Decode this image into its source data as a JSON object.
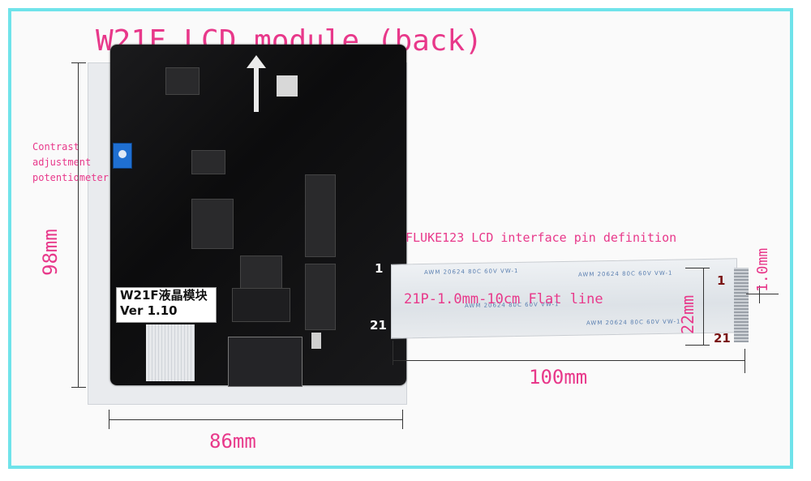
{
  "title": "W21F LCD module (back)",
  "potentiometer_label": [
    "Contrast",
    "adjustment",
    "potentiometer"
  ],
  "interface_title": "FLUKE123 LCD interface pin definition",
  "cable_label": "21P-1.0mm-10cm Flat line",
  "pin_first": "1",
  "pin_last": "21",
  "dimensions": {
    "height": "98mm",
    "width": "86mm",
    "cable_length": "100mm",
    "cable_width": "22mm",
    "pitch": "1.0mm"
  },
  "board_sticker": [
    "W21F液晶模块",
    "Ver 1.10"
  ],
  "colors": {
    "annotation": "#e8388a",
    "frame": "#6fe3ea",
    "pcb": "#111111"
  }
}
